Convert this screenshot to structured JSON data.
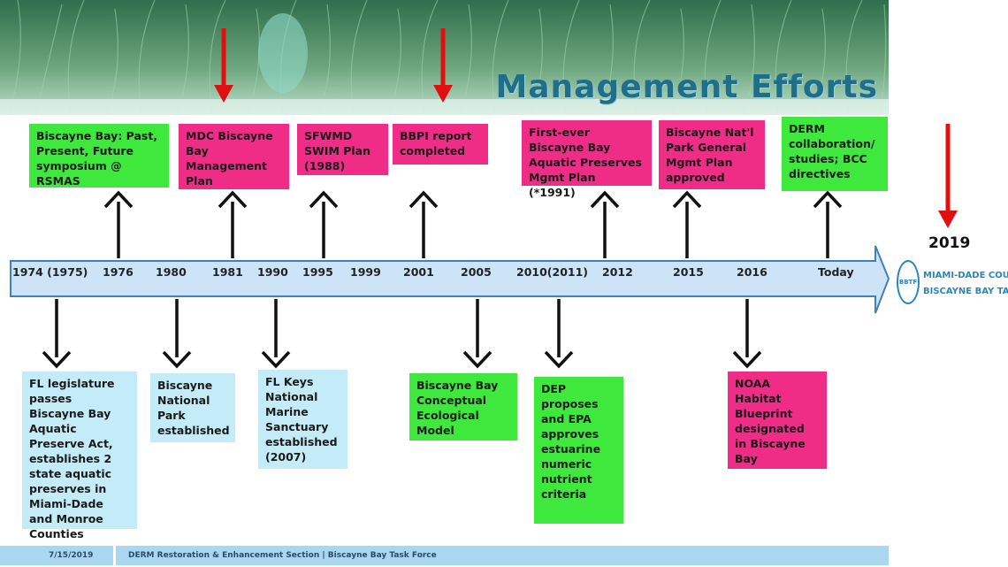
{
  "title": "Management Efforts",
  "timeline_years": [
    {
      "label": "1974 (1975)"
    },
    {
      "label": "1976"
    },
    {
      "label": "1980"
    },
    {
      "label": "1981"
    },
    {
      "label": "1990"
    },
    {
      "label": "1995"
    },
    {
      "label": "1999"
    },
    {
      "label": "2001"
    },
    {
      "label": "2005"
    },
    {
      "label": "2010(2011)"
    },
    {
      "label": "2012"
    },
    {
      "label": "2015"
    },
    {
      "label": "2016"
    },
    {
      "label": "Today"
    }
  ],
  "events_above": [
    {
      "text": "Biscayne Bay: Past, Present, Future symposium @ RSMAS",
      "color": "green"
    },
    {
      "text": "MDC Biscayne Bay Management Plan",
      "color": "pink"
    },
    {
      "text": "SFWMD SWIM Plan (1988)",
      "color": "pink"
    },
    {
      "text": "BBPI report completed",
      "color": "pink"
    },
    {
      "text": "First-ever Biscayne Bay Aquatic Preserves Mgmt Plan (*1991)",
      "color": "pink"
    },
    {
      "text": "Biscayne Nat'l Park General Mgmt Plan approved",
      "color": "pink"
    },
    {
      "text": "DERM collaboration/ studies; BCC directives",
      "color": "green"
    }
  ],
  "events_below": [
    {
      "text": "FL legislature passes Biscayne Bay Aquatic Preserve Act, establishes 2 state aquatic preserves in Miami-Dade and Monroe Counties",
      "color": "blue"
    },
    {
      "text": "Biscayne National Park established",
      "color": "blue"
    },
    {
      "text": "FL Keys National Marine Sanctuary established (2007)",
      "color": "blue"
    },
    {
      "text": "Biscayne Bay Conceptual Ecological Model",
      "color": "green"
    },
    {
      "text": "DEP proposes and EPA approves estuarine numeric nutrient criteria",
      "color": "green"
    },
    {
      "text": "NOAA Habitat Blueprint designated in Biscayne Bay",
      "color": "pink"
    }
  ],
  "marker_year": "2019",
  "logo": {
    "initials": "BBTF",
    "line1": "MIAMI-DADE COUNTY",
    "line2": "BISCAYNE BAY TASK FORCE"
  },
  "footer": {
    "date": "7/15/2019",
    "text": "DERM Restoration & Enhancement Section  |  Biscayne Bay Task Force"
  },
  "colors": {
    "green": "#3ee83c",
    "pink": "#f02d86",
    "blue": "#c4ecf8",
    "timeline_fill": "#cde3f7",
    "timeline_stroke": "#3f7fc2",
    "marker_arrow": "#e01010"
  }
}
